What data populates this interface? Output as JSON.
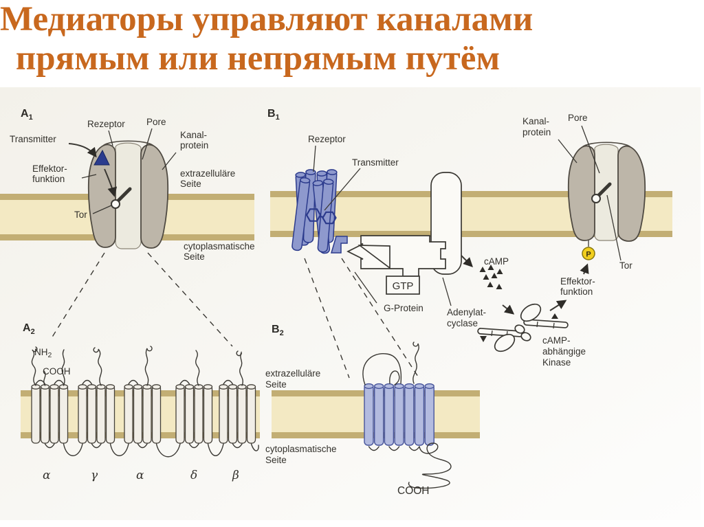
{
  "slide": {
    "title": {
      "line1": "Медиаторы управляют каналами",
      "line2": "прямым или непрямым путём"
    }
  },
  "figure": {
    "panel_a1": {
      "tag": "A",
      "tag_sub": "1",
      "transmitter": "Transmitter",
      "rezeptor": "Rezeptor",
      "pore": "Pore",
      "kanal_1": "Kanal-",
      "kanal_2": "protein",
      "effektor_1": "Effektor-",
      "effektor_2": "funktion",
      "tor": "Tor",
      "extra_1": "extrazelluläre",
      "extra_2": "Seite",
      "cyto_1": "cytoplasmatische",
      "cyto_2": "Seite"
    },
    "panel_a2": {
      "tag": "A",
      "tag_sub": "2",
      "nh": "NH",
      "nh_sub": "2",
      "cooh": "COOH",
      "subunits": [
        "α",
        "γ",
        "α",
        "δ",
        "β"
      ]
    },
    "panel_b1": {
      "tag": "B",
      "tag_sub": "1",
      "rezeptor": "Rezeptor",
      "transmitter": "Transmitter",
      "gtp": "GTP",
      "g_protein": "G-Protein",
      "adenylat_1": "Adenylat-",
      "adenylat_2": "cyclase",
      "camp": "cAMP",
      "kanal_1": "Kanal-",
      "kanal_2": "protein",
      "pore": "Pore",
      "effektor_1": "Effektor-",
      "effektor_2": "funktion",
      "tor": "Tor",
      "phosphate": "P",
      "kinase_1": "cAMP-",
      "kinase_2": "abhängige",
      "kinase_3": "Kinase"
    },
    "panel_b2": {
      "tag": "B",
      "tag_sub": "2",
      "extra_1": "extrazelluläre",
      "extra_2": "Seite",
      "cyto_1": "cytoplasmatische",
      "cyto_2": "Seite",
      "cooh": "COOH"
    }
  },
  "colors": {
    "title": "#c8681e",
    "mem_fill": "#f3e9c3",
    "mem_edge": "#c2ae74",
    "channel": "#bdb6a9",
    "receptor": "#8e99cd",
    "helix": "#b3bbdf",
    "phosphate": "#f2cf1e",
    "ink": "#33312c"
  }
}
